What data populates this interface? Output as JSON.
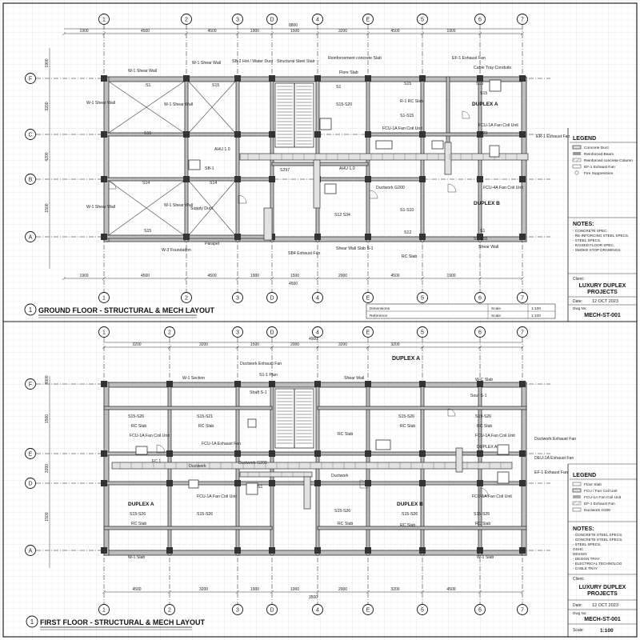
{
  "sheet": {
    "client_label": "Client:",
    "project": [
      "LUXURY DUPLEX",
      "PROJECTS"
    ],
    "date_label": "Date:",
    "date": "12 OCT 2023",
    "dwg_label": "Dwg No:",
    "dwg_no": "MECH-ST-001",
    "scale_label": "Scale:",
    "scale": "1:100"
  },
  "ground": {
    "title": "GROUND FLOOR - STRUCTURAL & MECH LAYOUT",
    "number": "1",
    "grid_cols": [
      "1",
      "2",
      "3",
      "D",
      "4",
      "E",
      "5",
      "6",
      "7"
    ],
    "grid_rows": [
      "F",
      "C",
      "B",
      "A"
    ],
    "top_dims": [
      "1900",
      "4500",
      "4500",
      "1900",
      "1500",
      "3200",
      "4500",
      "1900"
    ],
    "top_total": "8800",
    "bottom_dims": [
      "1900",
      "4500",
      "4500",
      "1900",
      "1500",
      "2000",
      "4500",
      "1900"
    ],
    "bottom_total": "4500",
    "side_dims": [
      "1900",
      "3200",
      "4200",
      "1500"
    ],
    "labels": [
      "W-1 Shear Wall",
      "W-1 Shear Wall",
      "SB-2 Hot / Water Duct",
      "Structural Steel Stair",
      "Reinforcement concrete Slab",
      "Flore Slab",
      "S1",
      "S15",
      "S1",
      "S15",
      "W-1 Shear Wall",
      "S15",
      "S15",
      "DUPLEX A",
      "EF-1 Exhaust Fan",
      "Cable Tray Conduits",
      "W-1 Shear Wall",
      "S15",
      "S15-S20",
      "R-1 RC Slab",
      "S1-S15",
      "FCU-1A Fan Coil Unit",
      "FCU-1A Fan Coil Unit",
      "S20",
      "ER-1 Exhaust Fan",
      "AHU 1.0",
      "SB-1",
      "S297",
      "AHU 1.0",
      "S14",
      "S14",
      "Ductwork G200",
      "FCU-4A Fan Coil Unit",
      "DUPLEX B",
      "W-1 Shear Wall",
      "W-1 Shear Wall",
      "Supply Duct",
      "S1-S10",
      "S12 S34",
      "S15",
      "S1-S16",
      "S12",
      "W-3 Foundation",
      "Parapet",
      "SB4 Exhaust Fan",
      "Shear Wall Slab S-1",
      "RC Slab",
      "S1",
      "Shear Wall"
    ],
    "scale_box": [
      "Dimensions",
      "Scale",
      "1:100",
      "Reference",
      "Scale",
      "1:100"
    ]
  },
  "first": {
    "title": "FIRST FLOOR - STRUCTURAL & MECH LAYOUT",
    "number": "1",
    "grid_cols": [
      "1",
      "2",
      "3",
      "D",
      "4",
      "E",
      "5",
      "6",
      "7"
    ],
    "grid_rows": [
      "F",
      "E",
      "D",
      "A"
    ],
    "top_dims": [
      "3200",
      "3200",
      "1500",
      "2000",
      "3200",
      "3200"
    ],
    "top_total": "4900",
    "bottom_dims": [
      "4500",
      "3200",
      "1900",
      "1000",
      "2000",
      "3200",
      "4500"
    ],
    "bottom_total": "3500",
    "side_dims": [
      "4900",
      "1500",
      "3200",
      "1500"
    ],
    "heading": "DUPLEX A",
    "labels": [
      "W-1 Section",
      "Ductwork Exhaust Fan",
      "S1-1 Plan",
      "Shear Wall",
      "W-C Slab",
      "Sour S-1",
      "S15-S26",
      "S15-S21",
      "Shaft S-1",
      "S15-S26",
      "S19-S26",
      "RC Slab",
      "RC Slab",
      "RC Slab",
      "RC Slab",
      "RC Slab",
      "FCU-1A Fan Coil Unit",
      "FCU-1A Exhaust Fan",
      "Ductwork",
      "FCU-1A Fan Coil Unit",
      "Ductwork Exhaust Fan",
      "DUPLEX A",
      "FC 1",
      "Ductwork G200",
      "Ductwork",
      "DEU-1A Exhaust Fan",
      "EF-1 Exhaust Fan",
      "DUPLEX A",
      "FCU-1A Fan Coil Unit",
      "S1",
      "S15-S26",
      "DUPLEX B",
      "FCU-1A Fan Coil Unit",
      "S15-S26",
      "S15-S26",
      "S15-S26",
      "S15-S26",
      "RC Slab",
      "RC Slab",
      "RC Slab",
      "RC Slab",
      "W-1 Slab",
      "W-1 Slab"
    ]
  },
  "legend1": {
    "title": "LEGEND",
    "items": [
      "Concrete Duct",
      "Reinforced Beam",
      "Reinforced concrete Column",
      "EF-1 Exhaust Fan",
      "Fire Suppression"
    ]
  },
  "notes1": {
    "title": "NOTES:",
    "items": [
      "- CONCRETE SPEC.",
      "- RE-INFORCING STEEL SPECS.",
      "- STEEL SPECS.",
      "- RAISED FLOOR SPEC.",
      "- SMOKE STOP DRAWINGS."
    ]
  },
  "legend2": {
    "title": "LEGEND",
    "items": [
      "Floor Slab",
      "FCU / Fan Coil Unit",
      "FCU-1A Fan Coil Unit",
      "EF-1 Exhaust Fan",
      "Ductwork G200"
    ]
  },
  "notes2": {
    "title": "NOTES:",
    "items": [
      "- CONCRETE STEEL SPECS.",
      "- CONCRETE STEEL SPECS.",
      "- STEEL SPECS.",
      "OSHC",
      "DESIGN",
      "- DESIGN TRAY",
      "- ELECTRICAL TECHNOLOG",
      "- CABLE TRAY"
    ]
  }
}
